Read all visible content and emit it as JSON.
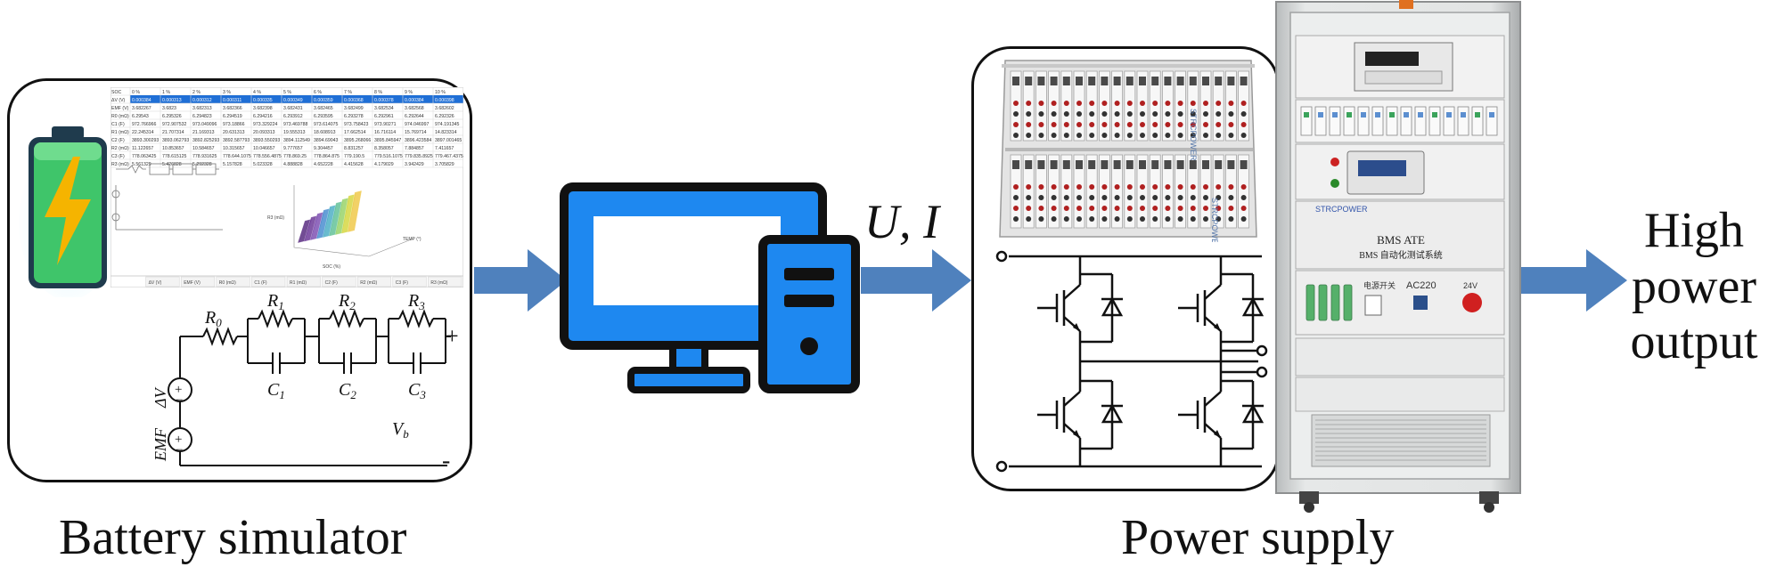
{
  "captions": {
    "battery_simulator": "Battery simulator",
    "power_supply": "Power supply",
    "high_power_output": [
      "High",
      "power",
      "output"
    ],
    "signal_label": "U, I"
  },
  "circuit": {
    "r0": "R",
    "r0_sub": "0",
    "r1": "R",
    "r1_sub": "1",
    "r2": "R",
    "r2_sub": "2",
    "r3": "R",
    "r3_sub": "3",
    "c1": "C",
    "c1_sub": "1",
    "c2": "C",
    "c2_sub": "2",
    "c3": "C",
    "c3_sub": "3",
    "dv": "ΔV",
    "emf": "EMF",
    "vb": "V",
    "vb_sub": "b",
    "plus": "+",
    "minus": "-"
  },
  "table": {
    "header": [
      "SOC",
      "0 %",
      "1 %",
      "2 %",
      "3 %",
      "4 %",
      "5 %",
      "6 %",
      "7 %",
      "8 %",
      "9 %",
      "10 %"
    ],
    "rows": [
      [
        "ΔV (V)",
        "0.000384",
        "0.000313",
        "0.000312",
        "0.000311",
        "0.000335",
        "0.000349",
        "0.000359",
        "0.000368",
        "0.000378",
        "0.000384",
        "0.000398"
      ],
      [
        "EMF (V)",
        "3.682267",
        "3.6823",
        "3.682313",
        "3.682366",
        "3.682398",
        "3.682431",
        "3.682465",
        "3.682499",
        "3.682534",
        "3.682568",
        "3.682602"
      ],
      [
        "R0 (mΩ)",
        "6.29543",
        "6.295326",
        "6.294823",
        "6.294519",
        "6.294216",
        "6.293912",
        "6.293595",
        "6.293278",
        "6.292961",
        "6.292644",
        "6.292326"
      ],
      [
        "C1 (F)",
        "972.766966",
        "972.907532",
        "973.049096",
        "973.18866",
        "973.329224",
        "973.469788",
        "973.614075",
        "973.758423",
        "973.90271",
        "974.046997",
        "974.191345"
      ],
      [
        "R1 (mΩ)",
        "22.245314",
        "21.707314",
        "21.169313",
        "20.631313",
        "20.093313",
        "19.555313",
        "18.608913",
        "17.662514",
        "16.716114",
        "15.769714",
        "14.823314"
      ],
      [
        "C2 (F)",
        "3893.300293",
        "3893.062793",
        "3892.825293",
        "3892.587793",
        "3893.550293",
        "3894.112549",
        "3894.69043",
        "3895.268066",
        "3895.845947",
        "3896.423584",
        "3897.001465"
      ],
      [
        "R2 (mΩ)",
        "11.122657",
        "10.853657",
        "10.584657",
        "10.315657",
        "10.046657",
        "9.777657",
        "9.304457",
        "8.831257",
        "8.358057",
        "7.884857",
        "7.411657"
      ],
      [
        "C3 (F)",
        "778.063425",
        "778.615125",
        "778.931625",
        "778.644.1075",
        "778.556.4875",
        "778.869.25",
        "778.864.875",
        "779.190.5",
        "779.516.1075",
        "779.835.8925",
        "779.467.4375"
      ],
      [
        "R3 (mΩ)",
        "5.561329",
        "5.426828",
        "5.292328",
        "5.157828",
        "5.023328",
        "4.888828",
        "4.652228",
        "4.415628",
        "4.179029",
        "3.942429",
        "3.705829"
      ]
    ],
    "tabs": [
      "ΔV (V)",
      "EMF (V)",
      "R0 (mΩ)",
      "C1 (F)",
      "R1 (mΩ)",
      "C2 (F)",
      "R2 (mΩ)",
      "C3 (F)",
      "R3 (mΩ)"
    ],
    "plot_labels": {
      "z": "R3 (mΩ)",
      "x": "SOC (%)",
      "y": "TEMP (°)"
    }
  },
  "cabinet": {
    "brand": "STRCPOWER",
    "title1": "BMS ATE",
    "title2": "BMS 自动化测试系统",
    "switch_label": "电源开关",
    "ac_label": "AC220",
    "dc_label": "24V"
  },
  "colors": {
    "arrow": "#4f81bd",
    "monitor": "#1e88f0",
    "battery_green": "#3fc56a",
    "bolt": "#f5b400"
  }
}
